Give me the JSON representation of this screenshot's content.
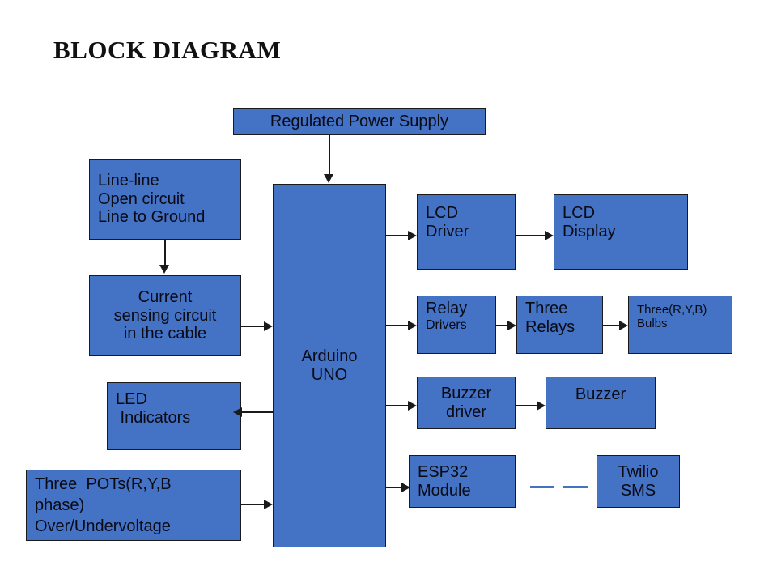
{
  "diagram": {
    "title": "BLOCK DIAGRAM",
    "colors": {
      "box_fill": "#4472C4",
      "box_border": "#1A1A1A",
      "text": "#0A0A14",
      "connector": "#1A1A1A",
      "wireless_link": "#4472C4",
      "background": "#FFFFFF"
    },
    "blocks": [
      {
        "id": "regulated-power-supply",
        "lines": [
          "Regulated Power Supply"
        ],
        "align": "center"
      },
      {
        "id": "fault-types",
        "lines": [
          "Line-line",
          "Open circuit",
          "Line to Ground"
        ],
        "align": "left"
      },
      {
        "id": "current-sensing-circuit",
        "lines": [
          "Current",
          "sensing circuit",
          "in the cable"
        ],
        "align": "center"
      },
      {
        "id": "led-indicators",
        "lines": [
          "LED",
          " Indicators"
        ],
        "align": "left"
      },
      {
        "id": "three-pots",
        "lines": [
          "Three  POTs(R,Y,B",
          "phase)",
          "Over/Undervoltage"
        ],
        "align": "left"
      },
      {
        "id": "arduino-uno",
        "lines": [
          "Arduino",
          "UNO"
        ],
        "align": "center"
      },
      {
        "id": "lcd-driver",
        "lines": [
          "LCD",
          "Driver"
        ],
        "align": "left"
      },
      {
        "id": "lcd-display",
        "lines": [
          "LCD",
          "Display"
        ],
        "align": "left"
      },
      {
        "id": "relay-drivers",
        "lines": [
          "Relay",
          "Drivers"
        ],
        "align": "left"
      },
      {
        "id": "three-relays",
        "lines": [
          "Three",
          "Relays"
        ],
        "align": "left"
      },
      {
        "id": "three-bulbs",
        "lines": [
          "Three(R,Y,B)",
          "Bulbs"
        ],
        "align": "left"
      },
      {
        "id": "buzzer-driver",
        "lines": [
          "Buzzer",
          "driver"
        ],
        "align": "center"
      },
      {
        "id": "buzzer",
        "lines": [
          "Buzzer"
        ],
        "align": "center"
      },
      {
        "id": "esp32-module",
        "lines": [
          "ESP32",
          "Module"
        ],
        "align": "left"
      },
      {
        "id": "twilio-sms",
        "lines": [
          "Twilio",
          "SMS"
        ],
        "align": "center"
      }
    ],
    "connections": [
      {
        "from": "regulated-power-supply",
        "to": "arduino-uno",
        "style": "solid-arrow",
        "direction": "down"
      },
      {
        "from": "fault-types",
        "to": "current-sensing-circuit",
        "style": "solid-arrow",
        "direction": "down"
      },
      {
        "from": "current-sensing-circuit",
        "to": "arduino-uno",
        "style": "solid-arrow",
        "direction": "right"
      },
      {
        "from": "arduino-uno",
        "to": "led-indicators",
        "style": "solid-arrow",
        "direction": "left"
      },
      {
        "from": "three-pots",
        "to": "arduino-uno",
        "style": "solid-arrow",
        "direction": "right"
      },
      {
        "from": "arduino-uno",
        "to": "lcd-driver",
        "style": "solid-arrow",
        "direction": "right"
      },
      {
        "from": "lcd-driver",
        "to": "lcd-display",
        "style": "solid-arrow",
        "direction": "right"
      },
      {
        "from": "arduino-uno",
        "to": "relay-drivers",
        "style": "solid-arrow",
        "direction": "right"
      },
      {
        "from": "relay-drivers",
        "to": "three-relays",
        "style": "solid-arrow",
        "direction": "right"
      },
      {
        "from": "three-relays",
        "to": "three-bulbs",
        "style": "solid-arrow",
        "direction": "right"
      },
      {
        "from": "arduino-uno",
        "to": "buzzer-driver",
        "style": "solid-arrow",
        "direction": "right"
      },
      {
        "from": "buzzer-driver",
        "to": "buzzer",
        "style": "solid-arrow",
        "direction": "right"
      },
      {
        "from": "arduino-uno",
        "to": "esp32-module",
        "style": "solid-arrow",
        "direction": "right"
      },
      {
        "from": "esp32-module",
        "to": "twilio-sms",
        "style": "dashed-wireless",
        "direction": "right"
      }
    ]
  }
}
